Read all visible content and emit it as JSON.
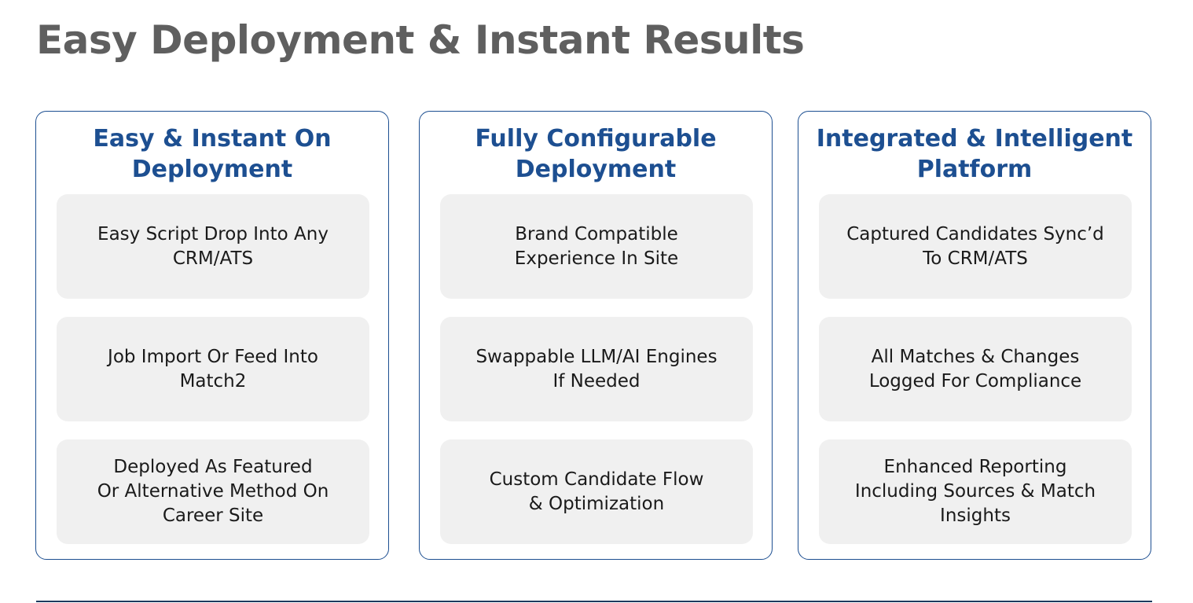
{
  "page": {
    "title": "Easy Deployment & Instant Results"
  },
  "colors": {
    "title": "#5f5f5f",
    "accent": "#1d4f91",
    "box_background": "#f0f0f0",
    "rule": "#1c3a5e"
  },
  "cards": [
    {
      "title": "Easy & Instant On\nDeployment",
      "items": [
        "Easy Script Drop Into Any\nCRM/ATS",
        "Job Import Or Feed Into\nMatch2",
        "Deployed As Featured\nOr Alternative Method On\nCareer Site"
      ]
    },
    {
      "title": "Fully Configurable\nDeployment",
      "items": [
        "Brand Compatible\nExperience In Site",
        "Swappable LLM/AI Engines\nIf Needed",
        "Custom Candidate Flow\n& Optimization"
      ]
    },
    {
      "title": "Integrated & Intelligent\nPlatform",
      "items": [
        "Captured Candidates Sync’d\nTo CRM/ATS",
        "All Matches & Changes\nLogged For Compliance",
        "Enhanced Reporting\nIncluding Sources & Match\nInsights"
      ]
    }
  ]
}
